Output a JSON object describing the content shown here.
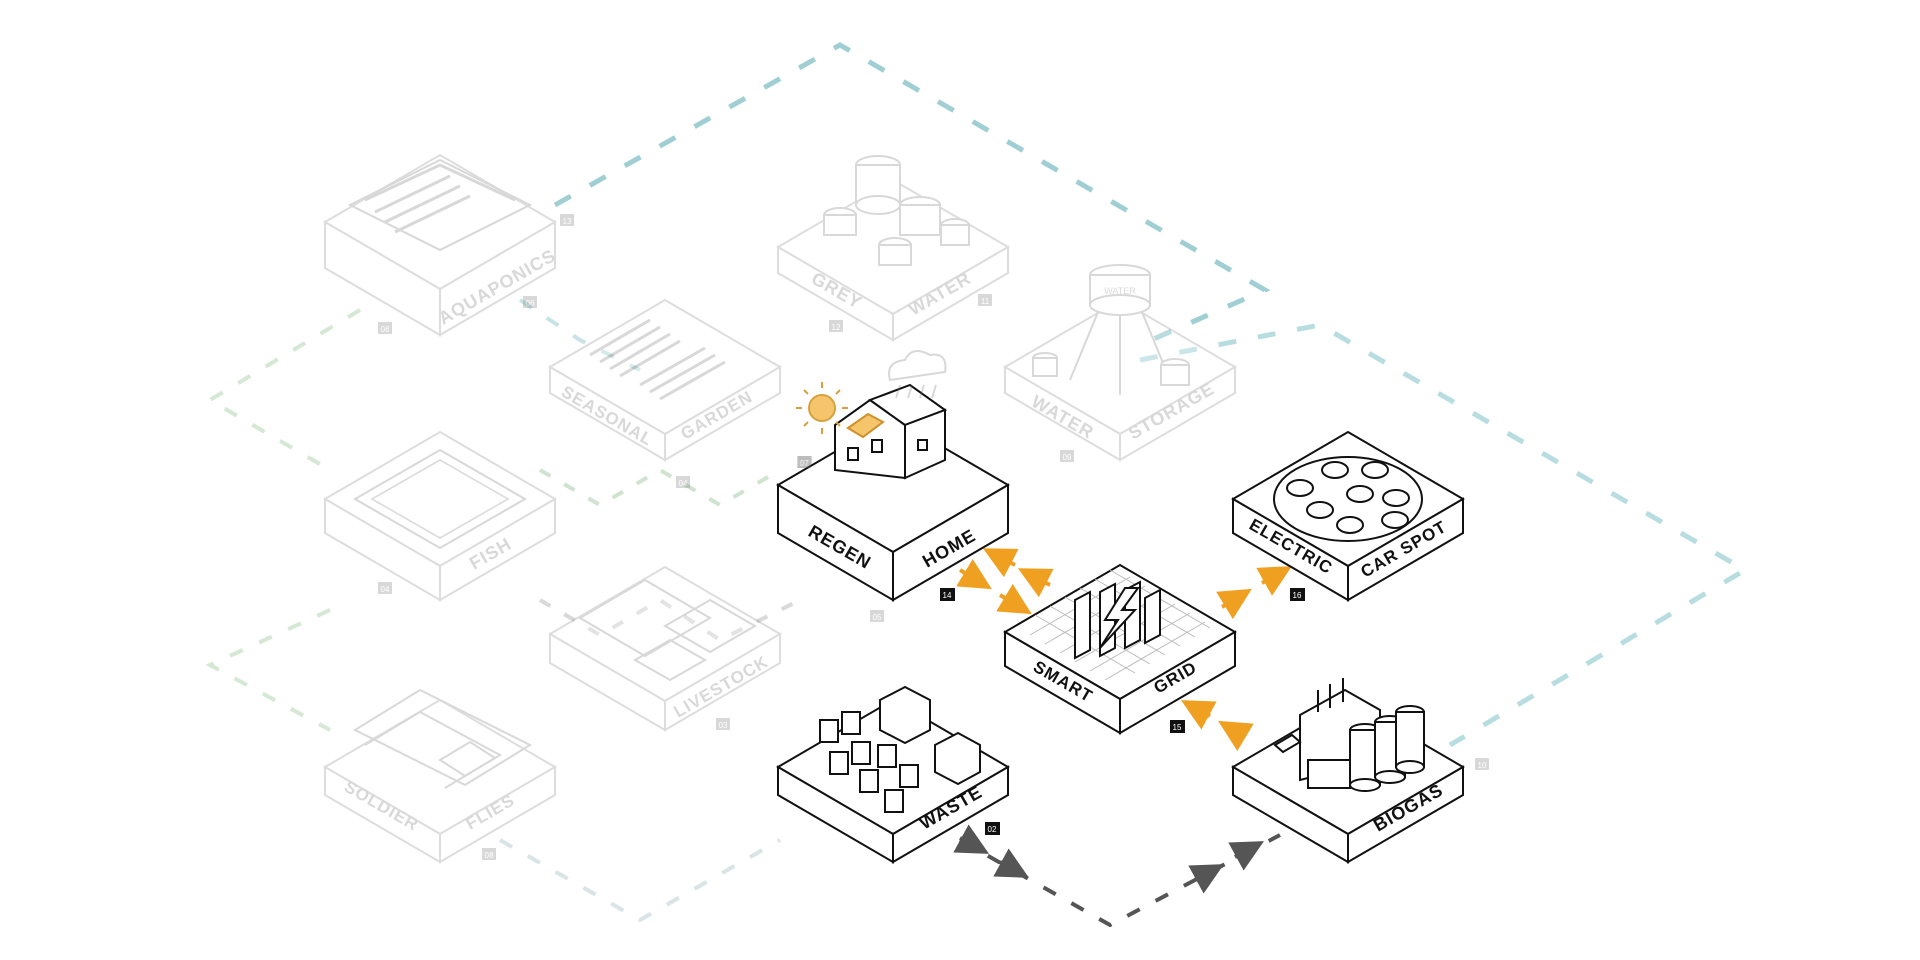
{
  "colors": {
    "water_flow": "#9fcfd3",
    "energy_flow": "#f0a020",
    "waste_flow": "#555555",
    "food_flow": "#b8d8b8",
    "line": "#111111",
    "faded_line": "#9a9a9a",
    "sun": "#f4c56a",
    "tag_fill": "#111111"
  },
  "modules": {
    "aquaponics": {
      "label": "AQUAPONICS",
      "tags": [
        "13",
        "06",
        "08"
      ],
      "icon": "greenhouse-icon"
    },
    "grey_water": {
      "label_left": "GREY",
      "label_right": "WATER",
      "tags": [
        "11",
        "12"
      ],
      "icon": "water-tanks-icon"
    },
    "water_storage": {
      "label_left": "WATER",
      "label_right": "STORAGE",
      "tags": [
        "09"
      ],
      "icon": "water-tower-icon",
      "tower_text": "WATER"
    },
    "seasonal_garden": {
      "label_left": "SEASONAL",
      "label_right": "GARDEN",
      "tags": [
        "07",
        "04"
      ],
      "icon": "garden-icon"
    },
    "fish": {
      "label": "FISH",
      "tags": [
        "04"
      ],
      "icon": "fish-pond-icon"
    },
    "livestock": {
      "label": "LIVESTOCK",
      "tags": [
        "05",
        "03"
      ],
      "icon": "livestock-pen-icon"
    },
    "soldier_flies": {
      "label_left": "SOLDIER",
      "label_right": "FLIES",
      "tags": [
        "08"
      ],
      "icon": "fly-farm-icon"
    },
    "regen_home": {
      "label_left": "REGEN",
      "label_right": "HOME",
      "tags": [
        "14",
        "07"
      ],
      "icon": "house-icon"
    },
    "smart_grid": {
      "label_left": "SMART",
      "label_right": "GRID",
      "tags": [
        "15"
      ],
      "icon": "lightning-icon"
    },
    "electric_car_spot": {
      "label_left": "ELECTRIC",
      "label_right": "CAR SPOT",
      "tags": [
        "16"
      ],
      "icon": "car-icon"
    },
    "biogas": {
      "label": "BIOGAS",
      "tags": [
        "10"
      ],
      "icon": "biogas-plant-icon"
    },
    "waste": {
      "label": "WASTE",
      "tags": [
        "02"
      ],
      "icon": "waste-bins-icon"
    }
  }
}
